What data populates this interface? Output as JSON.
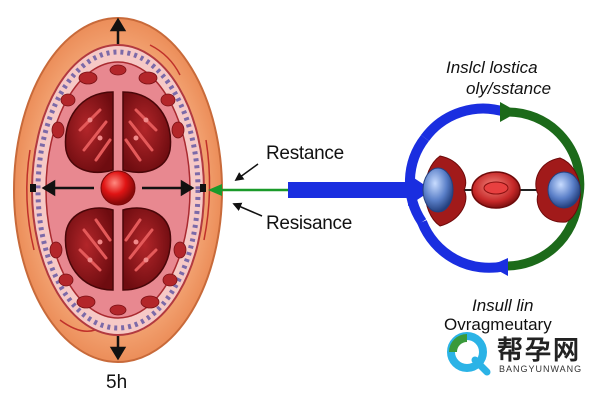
{
  "labels": {
    "top_arrow_label": "Restance",
    "bottom_arrow_label": "Resisance",
    "right_title_line1": "Inslcl lostica",
    "right_title_line2": "oly/sstance",
    "right_bottom_line1": "Insull lin",
    "right_bottom_line2": "Ovragmeutary",
    "bottom_left_label": "5h"
  },
  "watermark": {
    "chinese_text": "帮孕网",
    "english_text": "BANGYUNWANG"
  },
  "colors": {
    "outer_oval": "#f2a070",
    "tissue": "#e8808a",
    "lobe_dark": "#8c1418",
    "center_dot": "#e01010",
    "cycle_blue": "#1a2ee0",
    "cycle_green": "#1c6a1a",
    "cell_blue": "#5a7fc8",
    "arrow_green": "#1a9a2a"
  }
}
